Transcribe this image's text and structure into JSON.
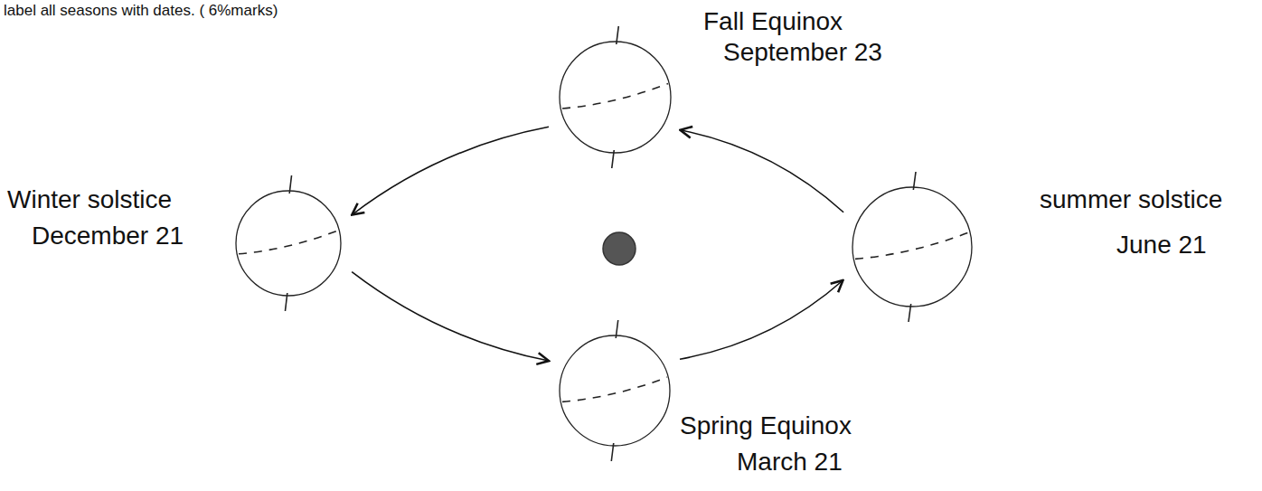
{
  "diagram": {
    "nodes": [
      {
        "text": [
          "Fall Equinox",
          "September 23"
        ]
      },
      {
        "text": [
          "Winter solstice",
          "December 21"
        ]
      },
      {
        "text": [
          "summer solstice",
          "June 21"
        ]
      },
      {
        "text": [
          "Spring Equinox",
          "March 21"
        ]
      }
    ],
    "edges": [
      {
        "from": 2,
        "to": 0,
        "arrow": "to"
      },
      {
        "from": 0,
        "to": 1,
        "arrow": "to"
      },
      {
        "from": 1,
        "to": 3,
        "arrow": "to"
      },
      {
        "from": 3,
        "to": 2,
        "arrow": "to"
      }
    ],
    "labels": [
      "label all seasons with dates. ( 6%marks)"
    ]
  }
}
